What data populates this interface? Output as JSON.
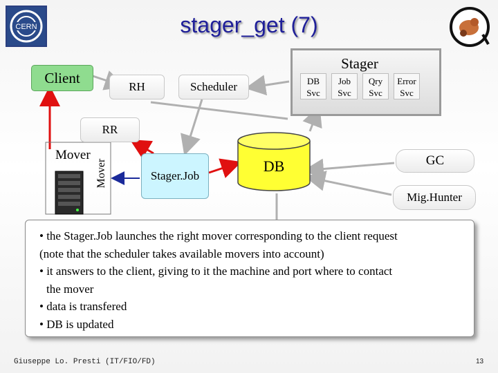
{
  "title": "stager_get (7)",
  "stager": {
    "label": "Stager",
    "services": [
      {
        "line1": "DB",
        "line2": "Svc"
      },
      {
        "line1": "Job",
        "line2": "Svc"
      },
      {
        "line1": "Qry",
        "line2": "Svc"
      },
      {
        "line1": "Error",
        "line2": "Svc"
      }
    ]
  },
  "nodes": {
    "client": "Client",
    "rh": "RH",
    "scheduler": "Scheduler",
    "rr": "RR",
    "mover_top": "Mover",
    "mover_side": "Mover",
    "stager_job": "Stager.Job",
    "db": "DB",
    "gc": "GC",
    "mig_hunter": "Mig.Hunter"
  },
  "colors": {
    "arrow_red": "#e01010",
    "arrow_blue": "#1a2a9a",
    "arrow_gray": "#b0b0b0",
    "client_green": "#8fdc8f",
    "stagerjob_cyan": "#ccf5ff",
    "db_yellow": "#ffff33",
    "title_blue": "#1f1f99"
  },
  "bullets": [
    "• the Stager.Job launches the right mover corresponding to the client request",
    "(note that the scheduler takes available movers into account)",
    "• it answers to the client, giving to it the machine and port where to contact",
    "  the mover",
    "• data is transfered",
    "• DB is updated"
  ],
  "footer": {
    "author": "Giuseppe Lo. Presti (IT/FIO/FD)",
    "page": "13"
  }
}
